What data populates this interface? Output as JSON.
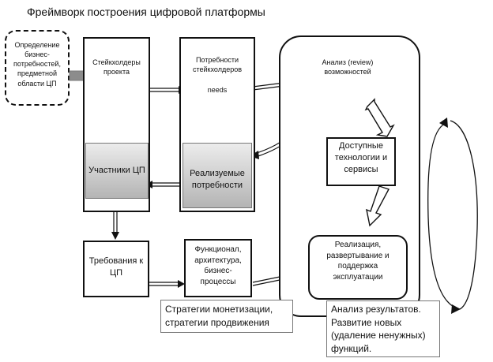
{
  "title": "Фреймворк построения цифровой платформы",
  "nodes": {
    "business_definition": {
      "lines": [
        "Определение",
        "бизнес-",
        "потребностей,",
        "предметной",
        "области ЦП"
      ]
    },
    "stakeholders": {
      "lines": [
        "Стейкхолдеры",
        "проекта"
      ]
    },
    "participants": {
      "text": "Участники ЦП"
    },
    "stakeholder_needs": {
      "lines": [
        "Потребности",
        "стейкхолдеров"
      ]
    },
    "needs_label": {
      "text": "needs"
    },
    "realized_needs": {
      "lines": [
        "Реализуемые",
        "потребности"
      ]
    },
    "review": {
      "lines": [
        "Анализ  (review)",
        "возможностей"
      ]
    },
    "technologies": {
      "lines": [
        "Доступные",
        "технологии и",
        "сервисы"
      ]
    },
    "implementation": {
      "lines": [
        "Реализация,",
        "развертывание и",
        "поддержка",
        "эксплуатации"
      ]
    },
    "requirements": {
      "lines": [
        "Требования к",
        "ЦП"
      ]
    },
    "functional": {
      "lines": [
        "Функционал,",
        "архитектура,",
        "бизнес-",
        "процессы"
      ]
    },
    "monetization": {
      "lines": [
        "Стратегии монетизации,",
        "стратегии продвижения"
      ]
    },
    "analysis": {
      "lines": [
        "Анализ результатов.",
        "Развитие новых",
        "(удаление ненужных)",
        "функций."
      ]
    }
  }
}
